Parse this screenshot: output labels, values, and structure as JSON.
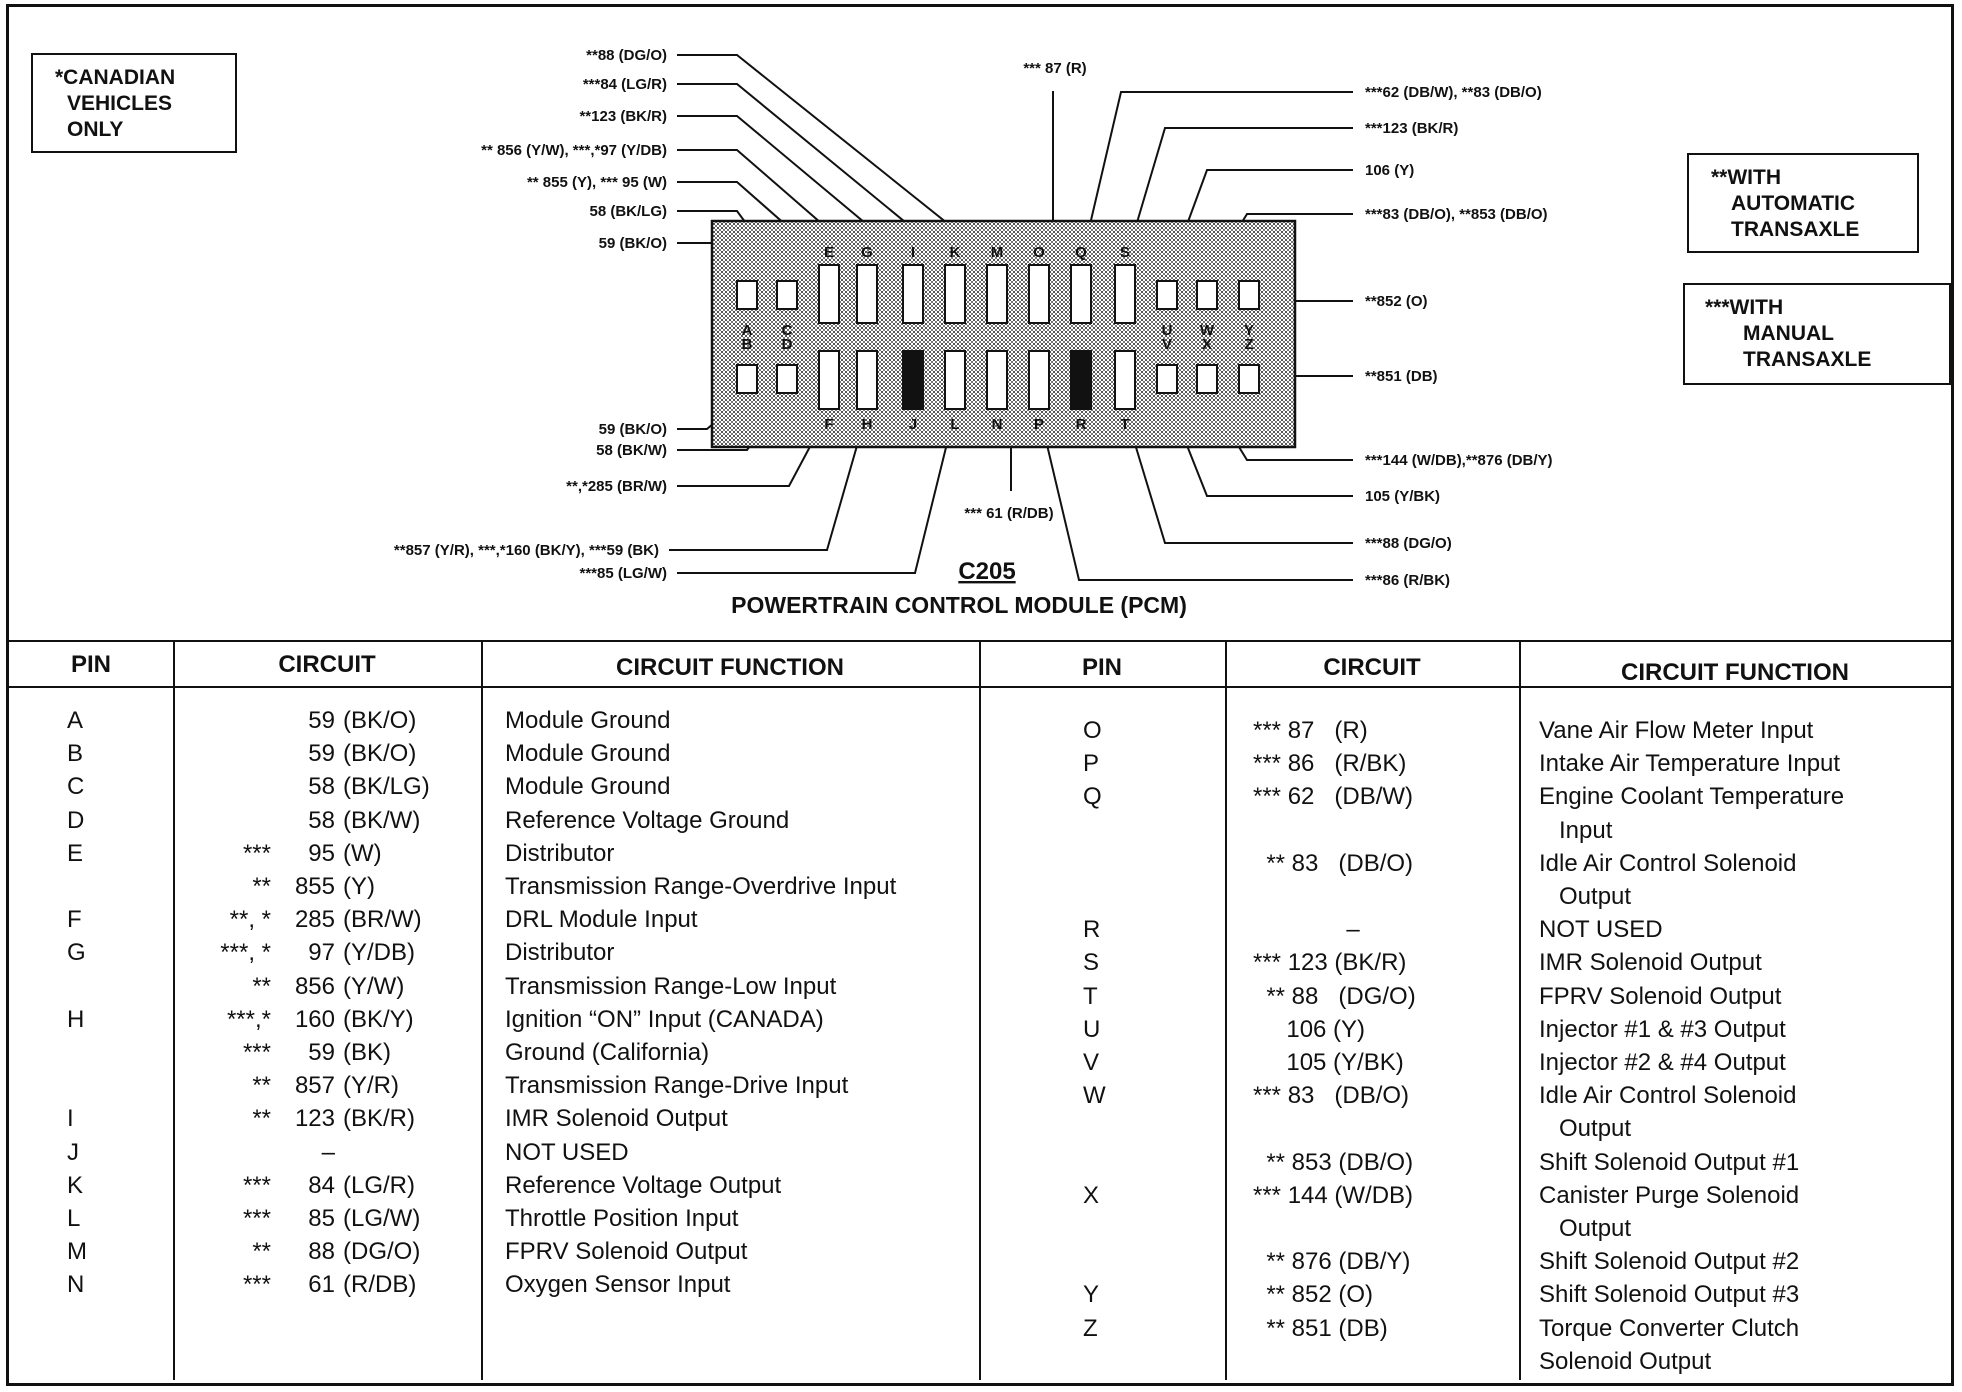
{
  "notes": {
    "canadian": [
      "*CANADIAN",
      "VEHICLES",
      "ONLY"
    ],
    "automatic": [
      "**WITH",
      "AUTOMATIC",
      "TRANSAXLE"
    ],
    "manual": [
      "***WITH",
      "MANUAL",
      "TRANSAXLE"
    ]
  },
  "connector": {
    "name": "C205",
    "title": "POWERTRAIN CONTROL MODULE (PCM)",
    "top_row": [
      "A",
      "C",
      "E",
      "G",
      "I",
      "K",
      "M",
      "O",
      "Q",
      "S",
      "U",
      "W",
      "Y"
    ],
    "bottom_row": [
      "B",
      "D",
      "F",
      "H",
      "J",
      "L",
      "N",
      "P",
      "R",
      "T",
      "V",
      "X",
      "Z"
    ],
    "filled_cavities": [
      "J",
      "R"
    ]
  },
  "wire_labels": {
    "left": [
      {
        "pin": "M",
        "text": "**88 (DG/O)"
      },
      {
        "pin": "K",
        "text": "***84 (LG/R)"
      },
      {
        "pin": "I",
        "text": "**123 (BK/R)"
      },
      {
        "pin": "G",
        "text": "** 856 (Y/W), ***,*97 (Y/DB)"
      },
      {
        "pin": "E",
        "text": "** 855 (Y), *** 95 (W)"
      },
      {
        "pin": "C",
        "text": "58 (BK/LG)"
      },
      {
        "pin": "A",
        "text": "59 (BK/O)"
      },
      {
        "pin": "B",
        "text": "59 (BK/O)"
      },
      {
        "pin": "D",
        "text": "58 (BK/W)"
      },
      {
        "pin": "F",
        "text": "**,*285 (BR/W)"
      },
      {
        "pin": "H",
        "text": "**857 (Y/R), ***,*160 (BK/Y), ***59 (BK)"
      },
      {
        "pin": "L",
        "text": "***85 (LG/W)"
      }
    ],
    "top": {
      "pin": "O",
      "text": "*** 87 (R)"
    },
    "bottom": {
      "pin": "N",
      "text": "*** 61 (R/DB)"
    },
    "right": [
      {
        "pin": "Q",
        "text": "***62 (DB/W),  **83 (DB/O)"
      },
      {
        "pin": "S",
        "text": "***123 (BK/R)"
      },
      {
        "pin": "U",
        "text": "106 (Y)"
      },
      {
        "pin": "W",
        "text": "***83 (DB/O), **853 (DB/O)"
      },
      {
        "pin": "Y",
        "text": "**852 (O)"
      },
      {
        "pin": "Z",
        "text": "**851 (DB)"
      },
      {
        "pin": "X",
        "text": "***144 (W/DB),**876 (DB/Y)"
      },
      {
        "pin": "V",
        "text": "105 (Y/BK)"
      },
      {
        "pin": "T",
        "text": "***88 (DG/O)"
      },
      {
        "pin": "P",
        "text": "***86 (R/BK)"
      }
    ]
  },
  "table": {
    "headers": [
      "PIN",
      "CIRCUIT",
      "CIRCUIT FUNCTION"
    ],
    "left_rows": [
      {
        "pin": "A",
        "prefix": "",
        "num": "59",
        "color": "(BK/O)",
        "func": "Module Ground"
      },
      {
        "pin": "B",
        "prefix": "",
        "num": "59",
        "color": "(BK/O)",
        "func": "Module Ground"
      },
      {
        "pin": "C",
        "prefix": "",
        "num": "58",
        "color": "(BK/LG)",
        "func": "Module Ground"
      },
      {
        "pin": "D",
        "prefix": "",
        "num": "58",
        "color": "(BK/W)",
        "func": "Reference Voltage Ground"
      },
      {
        "pin": "E",
        "prefix": "***",
        "num": "95",
        "color": "(W)",
        "func": "Distributor"
      },
      {
        "pin": "",
        "prefix": "**",
        "num": "855",
        "color": "(Y)",
        "func": "Transmission Range-Overdrive Input"
      },
      {
        "pin": "F",
        "prefix": "**, *",
        "num": "285",
        "color": "(BR/W)",
        "func": "DRL Module Input"
      },
      {
        "pin": "G",
        "prefix": "***, *",
        "num": "97",
        "color": "(Y/DB)",
        "func": "Distributor"
      },
      {
        "pin": "",
        "prefix": "**",
        "num": "856",
        "color": "(Y/W)",
        "func": "Transmission Range-Low Input"
      },
      {
        "pin": "H",
        "prefix": "***,*",
        "num": "160",
        "color": "(BK/Y)",
        "func": "Ignition “ON” Input (CANADA)"
      },
      {
        "pin": "",
        "prefix": "***",
        "num": "59",
        "color": "(BK)",
        "func": "Ground (California)"
      },
      {
        "pin": "",
        "prefix": "**",
        "num": "857",
        "color": "(Y/R)",
        "func": "Transmission Range-Drive Input"
      },
      {
        "pin": "I",
        "prefix": "**",
        "num": "123",
        "color": "(BK/R)",
        "func": "IMR Solenoid Output"
      },
      {
        "pin": "J",
        "prefix": "",
        "num": "–",
        "color": "",
        "func": "NOT USED"
      },
      {
        "pin": "K",
        "prefix": "***",
        "num": "84",
        "color": "(LG/R)",
        "func": "Reference Voltage Output"
      },
      {
        "pin": "L",
        "prefix": "***",
        "num": "85",
        "color": "(LG/W)",
        "func": "Throttle Position Input"
      },
      {
        "pin": "M",
        "prefix": "**",
        "num": "88",
        "color": "(DG/O)",
        "func": "FPRV Solenoid Output"
      },
      {
        "pin": "N",
        "prefix": "***",
        "num": "61",
        "color": "(R/DB)",
        "func": "Oxygen Sensor Input"
      }
    ],
    "right_rows": [
      {
        "pin": "O",
        "circuit": "*** 87   (R)",
        "func": "Vane Air Flow Meter Input"
      },
      {
        "pin": "P",
        "circuit": "*** 86   (R/BK)",
        "func": "Intake Air Temperature Input"
      },
      {
        "pin": "Q",
        "circuit": "*** 62   (DB/W)",
        "func": "Engine Coolant Temperature"
      },
      {
        "pin": "",
        "circuit": "",
        "func": "   Input"
      },
      {
        "pin": "",
        "circuit": "  ** 83   (DB/O)",
        "func": "Idle Air Control Solenoid"
      },
      {
        "pin": "",
        "circuit": "",
        "func": "   Output"
      },
      {
        "pin": "R",
        "circuit": "              –",
        "func": "NOT USED"
      },
      {
        "pin": "S",
        "circuit": "*** 123 (BK/R)",
        "func": "IMR Solenoid Output"
      },
      {
        "pin": "T",
        "circuit": "  ** 88   (DG/O)",
        "func": "FPRV Solenoid Output"
      },
      {
        "pin": "U",
        "circuit": "     106 (Y)",
        "func": "Injector #1 & #3 Output"
      },
      {
        "pin": "V",
        "circuit": "     105 (Y/BK)",
        "func": "Injector #2 & #4 Output"
      },
      {
        "pin": "W",
        "circuit": "*** 83   (DB/O)",
        "func": "Idle Air Control Solenoid"
      },
      {
        "pin": "",
        "circuit": "",
        "func": "   Output"
      },
      {
        "pin": "",
        "circuit": "  ** 853 (DB/O)",
        "func": "Shift Solenoid Output #1"
      },
      {
        "pin": "X",
        "circuit": "*** 144 (W/DB)",
        "func": "Canister Purge Solenoid"
      },
      {
        "pin": "",
        "circuit": "",
        "func": "   Output"
      },
      {
        "pin": "",
        "circuit": "  ** 876 (DB/Y)",
        "func": "Shift Solenoid Output #2"
      },
      {
        "pin": "Y",
        "circuit": "  ** 852 (O)",
        "func": "Shift Solenoid Output #3"
      },
      {
        "pin": "Z",
        "circuit": "  ** 851 (DB)",
        "func": "Torque Converter Clutch"
      },
      {
        "pin": "",
        "circuit": "",
        "func": "Solenoid Output"
      }
    ]
  }
}
